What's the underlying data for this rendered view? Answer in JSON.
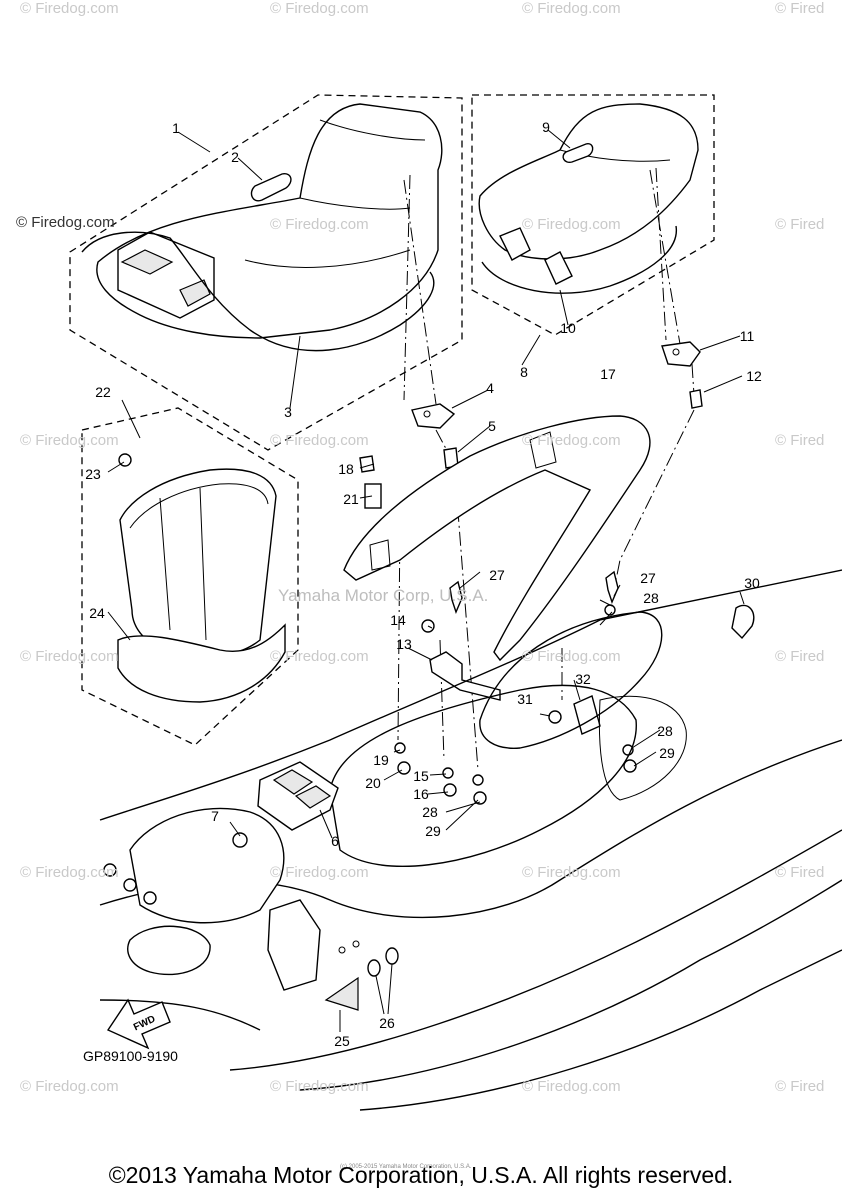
{
  "watermark_text": "© Firedog.com",
  "watermark_text_partial": "© Fired",
  "center_watermark": "Yamaha Motor Corp, U.S.A.",
  "fwd_label": "FWD",
  "part_code": "GP89100-9190",
  "tiny_copyright": "(c) 2005-2015 Yamaha Motor Corporation, U.S.A.",
  "copyright": "©2013 Yamaha Motor Corporation, U.S.A. All rights reserved.",
  "callouts": [
    "1",
    "2",
    "3",
    "4",
    "5",
    "6",
    "7",
    "8",
    "9",
    "10",
    "11",
    "12",
    "13",
    "14",
    "15",
    "16",
    "17",
    "18",
    "19",
    "20",
    "21",
    "22",
    "23",
    "24",
    "25",
    "26",
    "27",
    "27",
    "28",
    "28",
    "28",
    "29",
    "29",
    "30",
    "31",
    "32"
  ]
}
